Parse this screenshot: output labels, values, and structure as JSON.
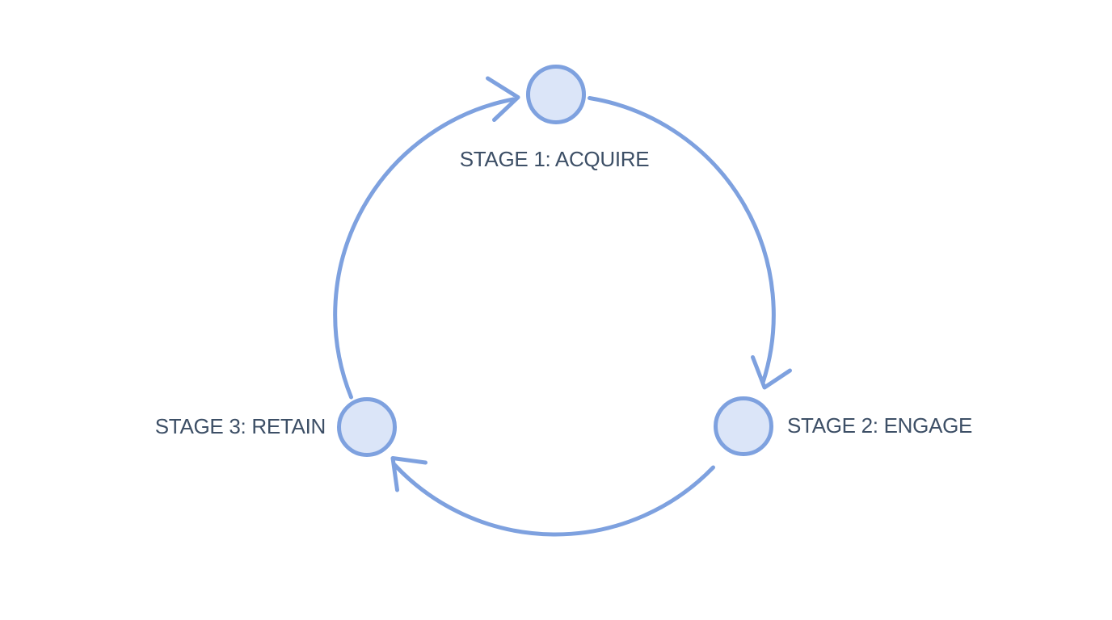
{
  "diagram": {
    "type": "cycle",
    "direction": "clockwise",
    "stages": [
      {
        "id": 1,
        "label": "STAGE 1: ACQUIRE",
        "position": "top"
      },
      {
        "id": 2,
        "label": "STAGE 2: ENGAGE",
        "position": "right"
      },
      {
        "id": 3,
        "label": "STAGE 3: RETAIN",
        "position": "left"
      }
    ],
    "connections": [
      {
        "from": "STAGE 1: ACQUIRE",
        "to": "STAGE 2: ENGAGE"
      },
      {
        "from": "STAGE 2: ENGAGE",
        "to": "STAGE 3: RETAIN"
      },
      {
        "from": "STAGE 3: RETAIN",
        "to": "STAGE 1: ACQUIRE"
      }
    ],
    "colors": {
      "background": "#ffffff",
      "node_fill": "#dbe5f8",
      "node_stroke": "#7ea1df",
      "arrow": "#7ea1df",
      "label_text": "#3d4f66"
    }
  }
}
